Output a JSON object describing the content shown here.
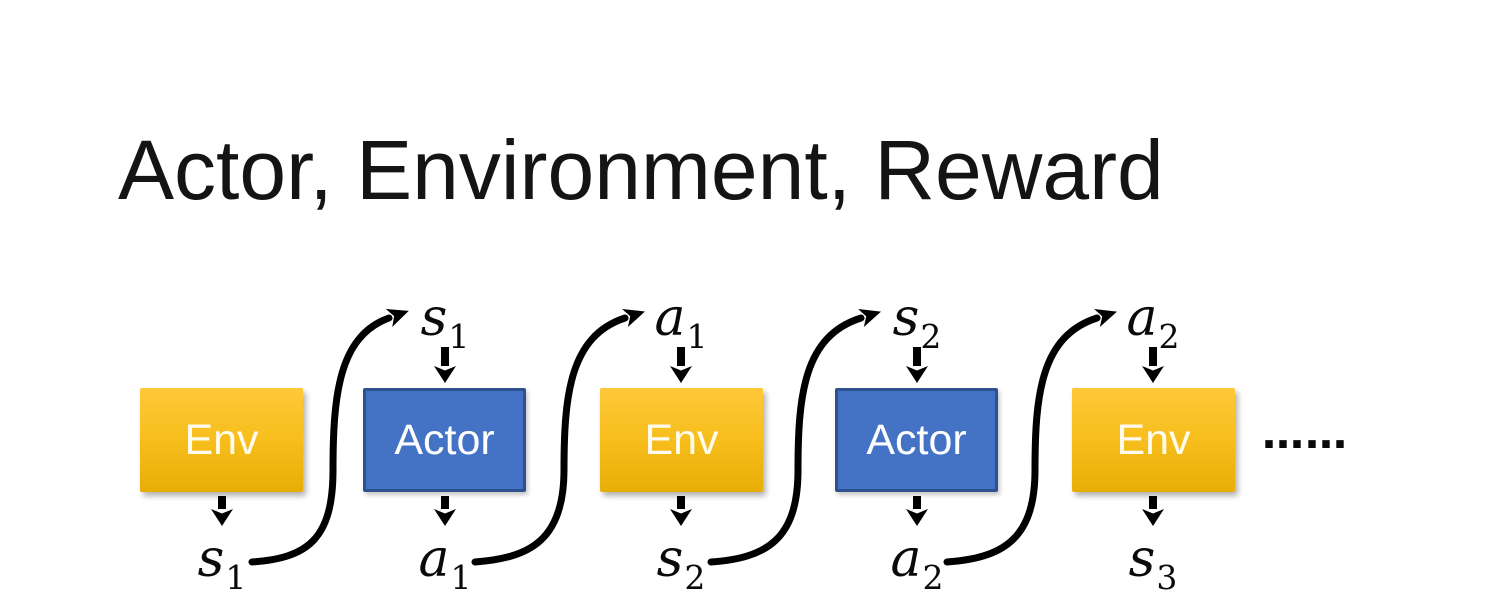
{
  "title": "Actor, Environment, Reward",
  "diagram": {
    "boxes": [
      {
        "label": "Env",
        "type": "env"
      },
      {
        "label": "Actor",
        "type": "actor"
      },
      {
        "label": "Env",
        "type": "env"
      },
      {
        "label": "Actor",
        "type": "actor"
      },
      {
        "label": "Env",
        "type": "env"
      }
    ],
    "top_labels": [
      {
        "base": "s",
        "sub": "1"
      },
      {
        "base": "a",
        "sub": "1"
      },
      {
        "base": "s",
        "sub": "2"
      },
      {
        "base": "a",
        "sub": "2"
      }
    ],
    "bottom_labels": [
      {
        "base": "s",
        "sub": "1"
      },
      {
        "base": "a",
        "sub": "1"
      },
      {
        "base": "s",
        "sub": "2"
      },
      {
        "base": "a",
        "sub": "2"
      },
      {
        "base": "s",
        "sub": "3"
      }
    ],
    "ellipsis": "……",
    "colors": {
      "env_gradient_top": "#FFC83A",
      "env_gradient_bottom": "#E8AD07",
      "actor_fill": "#4472C4",
      "actor_border": "#2F528F",
      "box_text": "#FFFFFF",
      "arrow": "#000000",
      "title_text": "#141414"
    }
  }
}
